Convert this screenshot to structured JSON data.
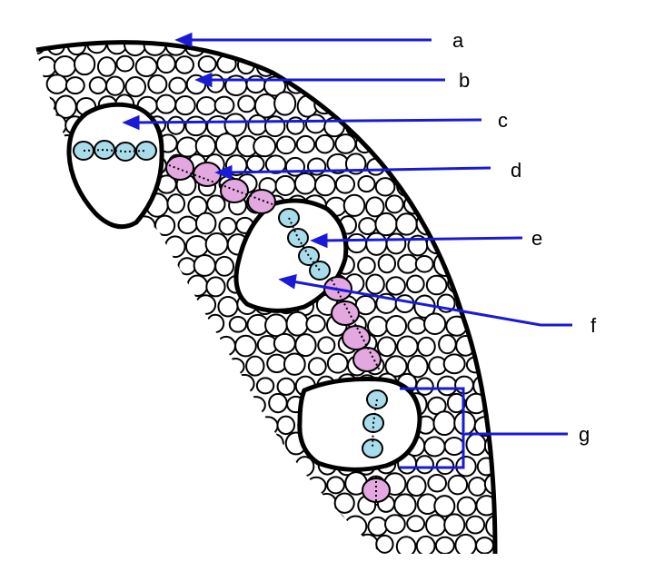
{
  "labels": {
    "a": "a",
    "b": "b",
    "c": "c",
    "d": "d",
    "e": "e",
    "f": "f",
    "g": "g"
  },
  "colors": {
    "outline": "#000000",
    "arrow": "#1a1ad6",
    "pink_cells": "#e3a8e0",
    "blue_cells": "#a9dcea",
    "cell_fill": "#ffffff",
    "background": "#ffffff"
  }
}
